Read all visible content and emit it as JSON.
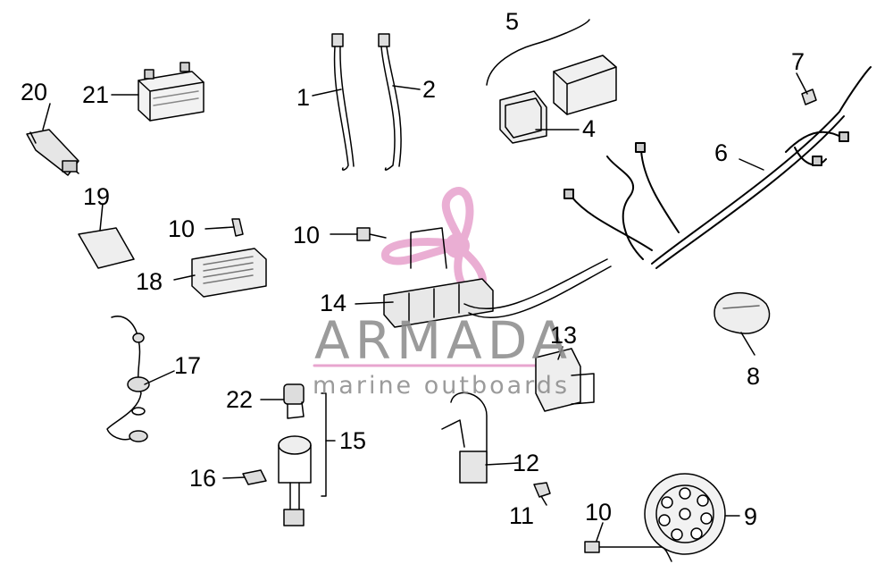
{
  "diagram": {
    "callouts": {
      "c1": "1",
      "c2": "2",
      "c4": "4",
      "c5": "5",
      "c6": "6",
      "c7": "7",
      "c8": "8",
      "c9": "9",
      "c10a": "10",
      "c10b": "10",
      "c10c": "10",
      "c11": "11",
      "c12": "12",
      "c13": "13",
      "c14": "14",
      "c15": "15",
      "c16": "16",
      "c17": "17",
      "c18": "18",
      "c19": "19",
      "c20": "20",
      "c21": "21",
      "c22": "22"
    },
    "watermark": {
      "brand": "ARMADA",
      "tagline": "marine outboards",
      "colors": {
        "pink": "#e8a6cf",
        "gray": "#8a8a8a"
      }
    }
  }
}
